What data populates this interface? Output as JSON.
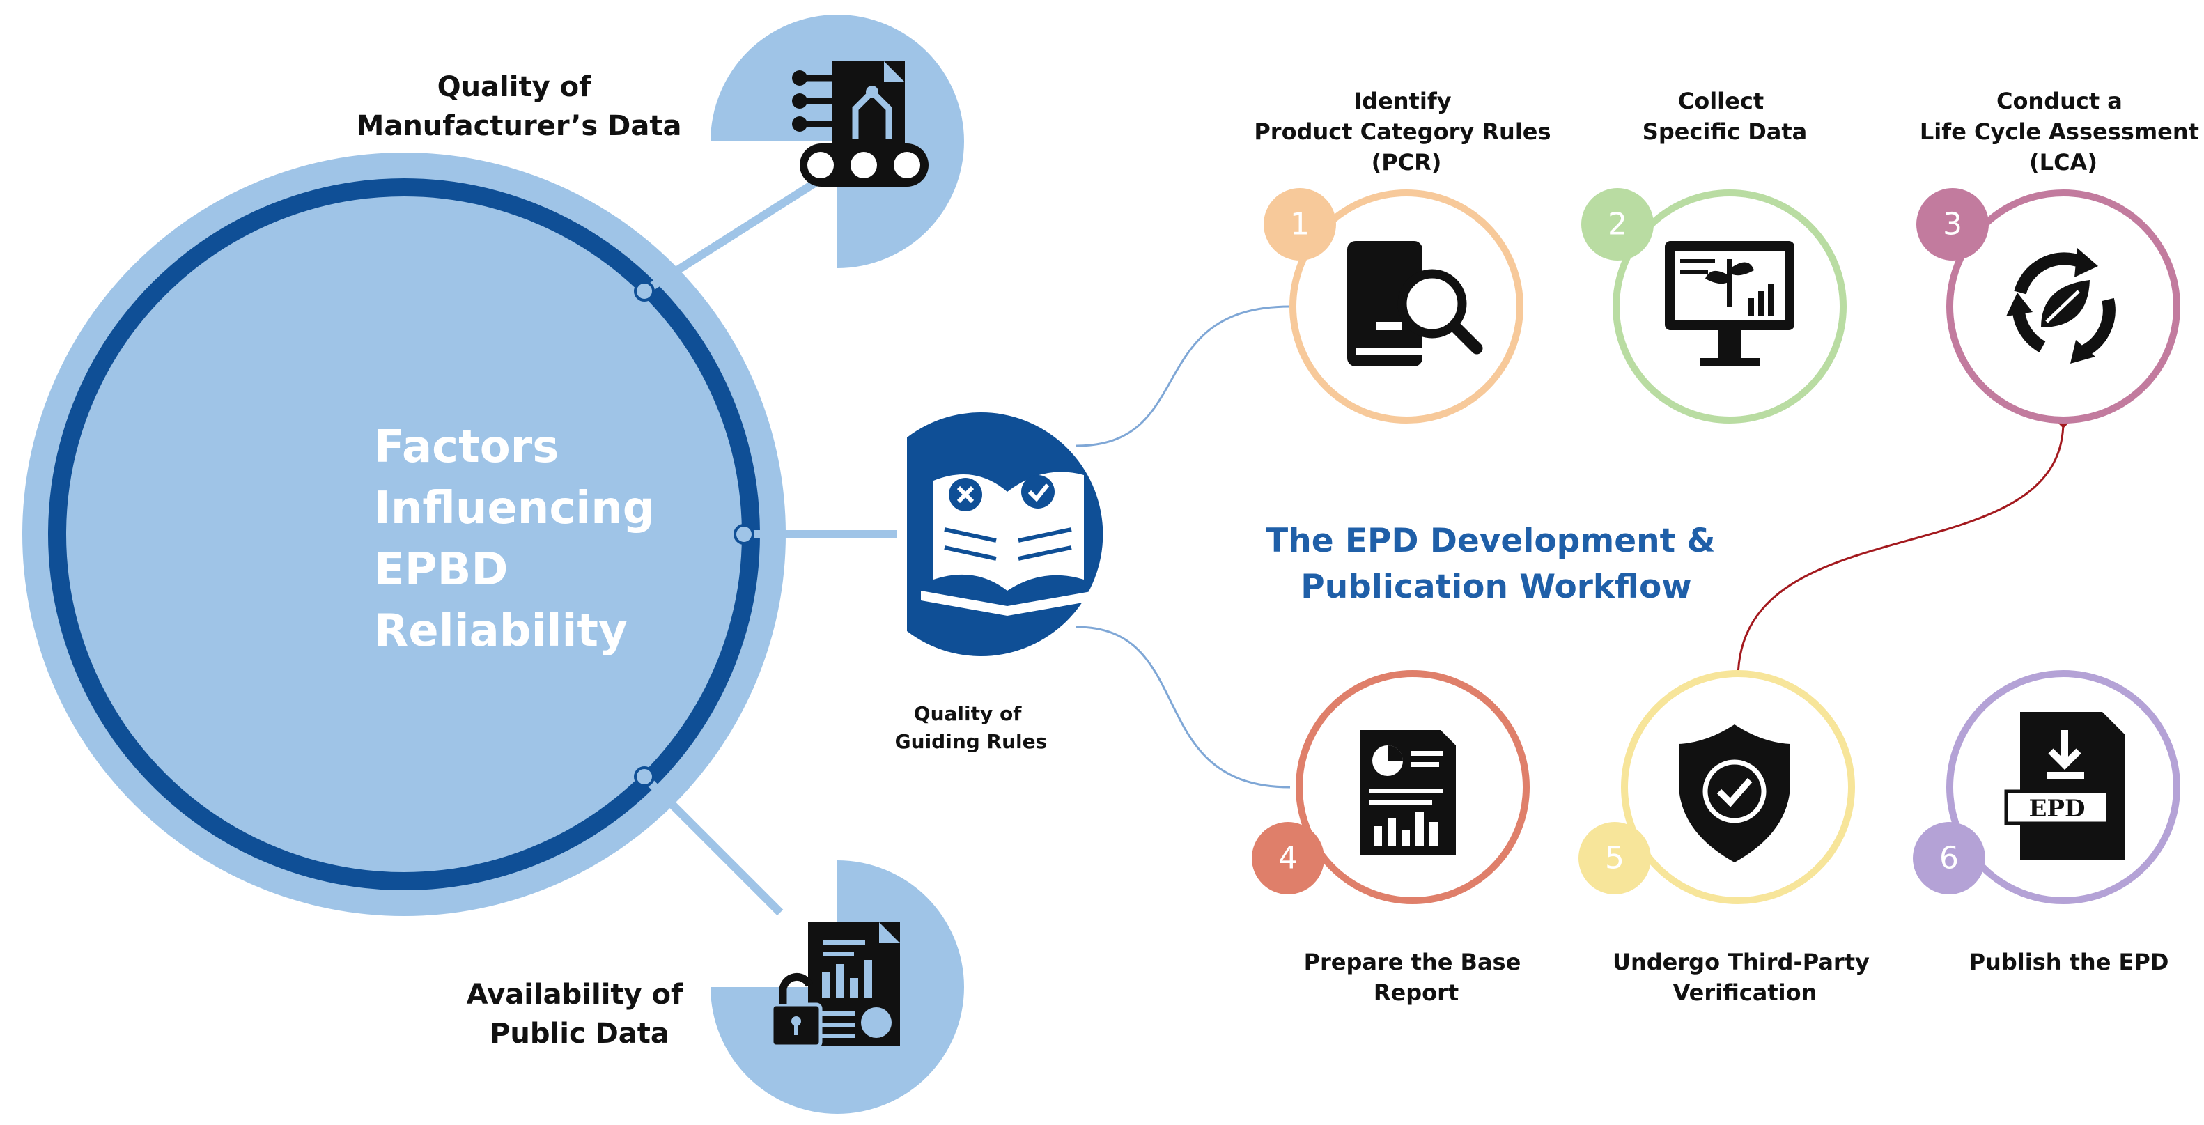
{
  "central": {
    "title_lines": [
      "Factors",
      "Influencing",
      "EPBD",
      "Reliability"
    ]
  },
  "factors": {
    "manufacturer": {
      "lines": [
        "Quality of",
        "Manufacturer’s Data"
      ],
      "icon": "manufacturing-robot-icon"
    },
    "rules": {
      "lines": [
        "Quality of",
        "Guiding Rules"
      ],
      "icon": "open-book-checklist-icon"
    },
    "public": {
      "lines": [
        "Availability of",
        "Public Data"
      ],
      "icon": "unlocked-report-icon"
    }
  },
  "workflow": {
    "title_lines": [
      "The EPD Development &",
      "Publication Workflow"
    ],
    "steps": [
      {
        "number": "1",
        "lines": [
          "Identify",
          "Product Category Rules",
          "(PCR)"
        ],
        "icon": "book-magnifier-icon",
        "color": "#f7c99a"
      },
      {
        "number": "2",
        "lines": [
          "Collect",
          "Specific Data"
        ],
        "icon": "monitor-plant-icon",
        "color": "#b9dca2"
      },
      {
        "number": "3",
        "lines": [
          "Conduct a",
          "Life Cycle Assessment",
          "(LCA)"
        ],
        "icon": "recycle-leaf-icon",
        "color": "#c27b9e"
      },
      {
        "number": "4",
        "lines": [
          "Prepare the Base",
          "Report"
        ],
        "icon": "report-document-icon",
        "color": "#df7f6a"
      },
      {
        "number": "5",
        "lines": [
          "Undergo Third-Party",
          "Verification"
        ],
        "icon": "shield-check-icon",
        "color": "#f7e59a"
      },
      {
        "number": "6",
        "lines": [
          "Publish the EPD"
        ],
        "icon": "epd-download-icon",
        "color": "#b4a2d6"
      }
    ]
  },
  "colors": {
    "light_blue": "#9fc4e7",
    "dark_blue": "#0f4f96",
    "connector_red": "#a3191e",
    "connector_blue": "#7fa7d6"
  }
}
